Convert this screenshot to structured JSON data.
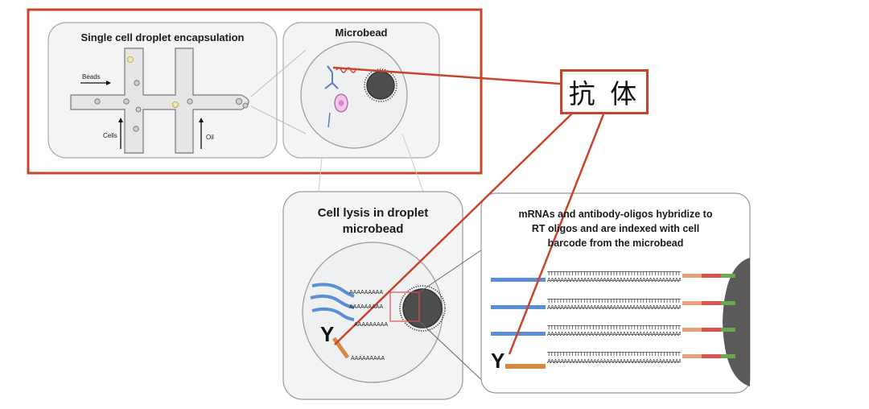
{
  "panels": {
    "encapsulation": {
      "title": "Single cell droplet encapsulation",
      "beads_label": "Beads",
      "cells_label": "Cells",
      "oil_label": "Oil"
    },
    "microbead": {
      "title": "Microbead"
    },
    "lysis": {
      "title_line1": "Cell lysis in droplet",
      "title_line2": "microbead"
    },
    "hybridize": {
      "line1": "mRNAs and antibody-oligos hybridize to",
      "line2": "RT oligos and are indexed with cell",
      "line3": "barcode from the microbead"
    }
  },
  "callout": {
    "label": "抗 体"
  },
  "sequences": {
    "polyT": "TTTTTTTTTTTTTTTTTTTTTTTTTTTTTTTTTTTTTTTTTTTTTTTTTTTTTTTTTTTT",
    "polyA": "AAAAAAAAAAAAAAAAAAAAAAAAAAAAAAAAAAAAAAAAAAAAAAAAAAAAAAAAAAAA",
    "polyA_short": "AAAAAAAAA",
    "y_mark": "Y"
  },
  "colors": {
    "highlight": "#c9442a",
    "mrna": "#5b8fd4",
    "antibody_oligo": "#d9893f",
    "bead": "#555555",
    "green": "#6aa84f",
    "salmon": "#e8a07c",
    "red": "#d9534f"
  }
}
